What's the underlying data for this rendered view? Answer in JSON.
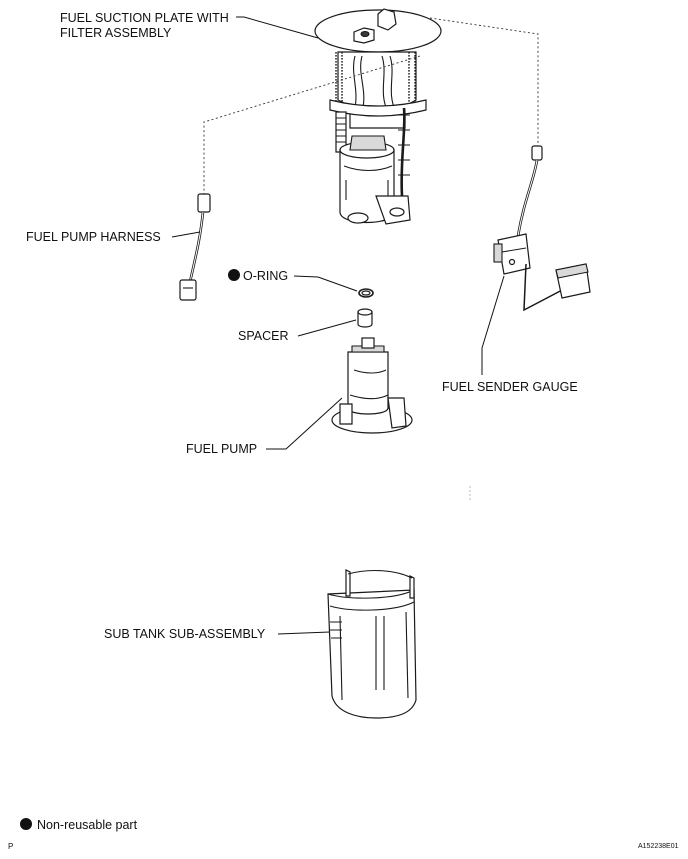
{
  "labels": {
    "fuel_suction_plate_line1": "FUEL SUCTION PLATE WITH",
    "fuel_suction_plate_line2": "FILTER ASSEMBLY",
    "fuel_pump_harness": "FUEL PUMP HARNESS",
    "o_ring": "O-RING",
    "spacer": "SPACER",
    "fuel_sender_gauge": "FUEL SENDER GAUGE",
    "fuel_pump": "FUEL PUMP",
    "sub_tank": "SUB TANK SUB-ASSEMBLY"
  },
  "legend": {
    "non_reusable": "Non-reusable part"
  },
  "footer": {
    "left_mark": "P",
    "figure_code": "A152238E01"
  },
  "colors": {
    "line": "#1a1a1a",
    "shade": "#d9d9d9",
    "background": "#ffffff"
  },
  "icons": {
    "non_reusable_marker": "filled-circle"
  }
}
